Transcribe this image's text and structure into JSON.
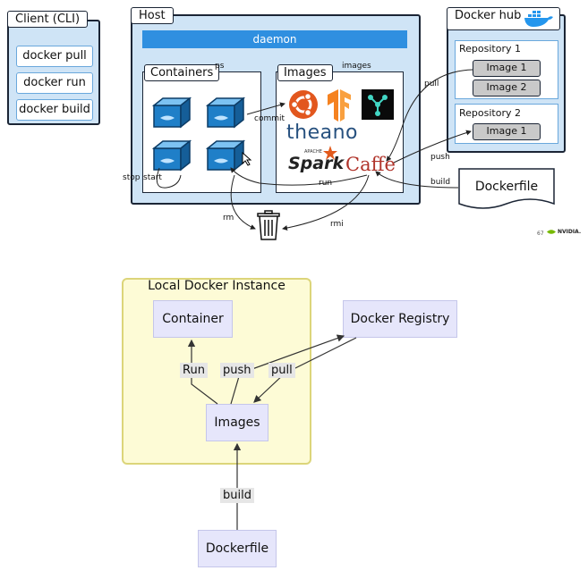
{
  "client": {
    "title": "Client (CLI)",
    "buttons": [
      "docker pull",
      "docker run",
      "docker build"
    ]
  },
  "host": {
    "title": "Host",
    "daemon_label": "daemon",
    "containers_title": "Containers",
    "images_title": "Images",
    "ps_label": "ps",
    "images_cmd_label": "images",
    "commit_label": "commit",
    "stop_label": "stop",
    "start_label": "start",
    "run_label": "run",
    "rm_label": "rm",
    "rmi_label": "rmi",
    "logos": {
      "theano": "theano",
      "spark_small": "APACHE",
      "spark": "Spark",
      "caffe": "Caffe"
    }
  },
  "docker_hub": {
    "title": "Docker hub",
    "repositories": [
      {
        "name": "Repository 1",
        "images": [
          "Image 1",
          "Image 2"
        ]
      },
      {
        "name": "Repository 2",
        "images": [
          "Image 1"
        ]
      }
    ]
  },
  "external": {
    "pull_label": "pull",
    "push_label": "push",
    "build_label": "build",
    "dockerfile_label": "Dockerfile"
  },
  "footer": {
    "slide_number": "67",
    "brand": "NVIDIA."
  },
  "local_diagram": {
    "title": "Local Docker Instance",
    "container": "Container",
    "registry": "Docker Registry",
    "images": "Images",
    "dockerfile": "Dockerfile",
    "run": "Run",
    "push": "push",
    "pull": "pull",
    "build": "build"
  },
  "colors": {
    "panel_bg": "#cfe4f6",
    "daemon": "#2f8fe0",
    "ldi_bg": "#fdfbd6",
    "node_bg": "#e6e6fb",
    "nvidia_green": "#76b900"
  }
}
